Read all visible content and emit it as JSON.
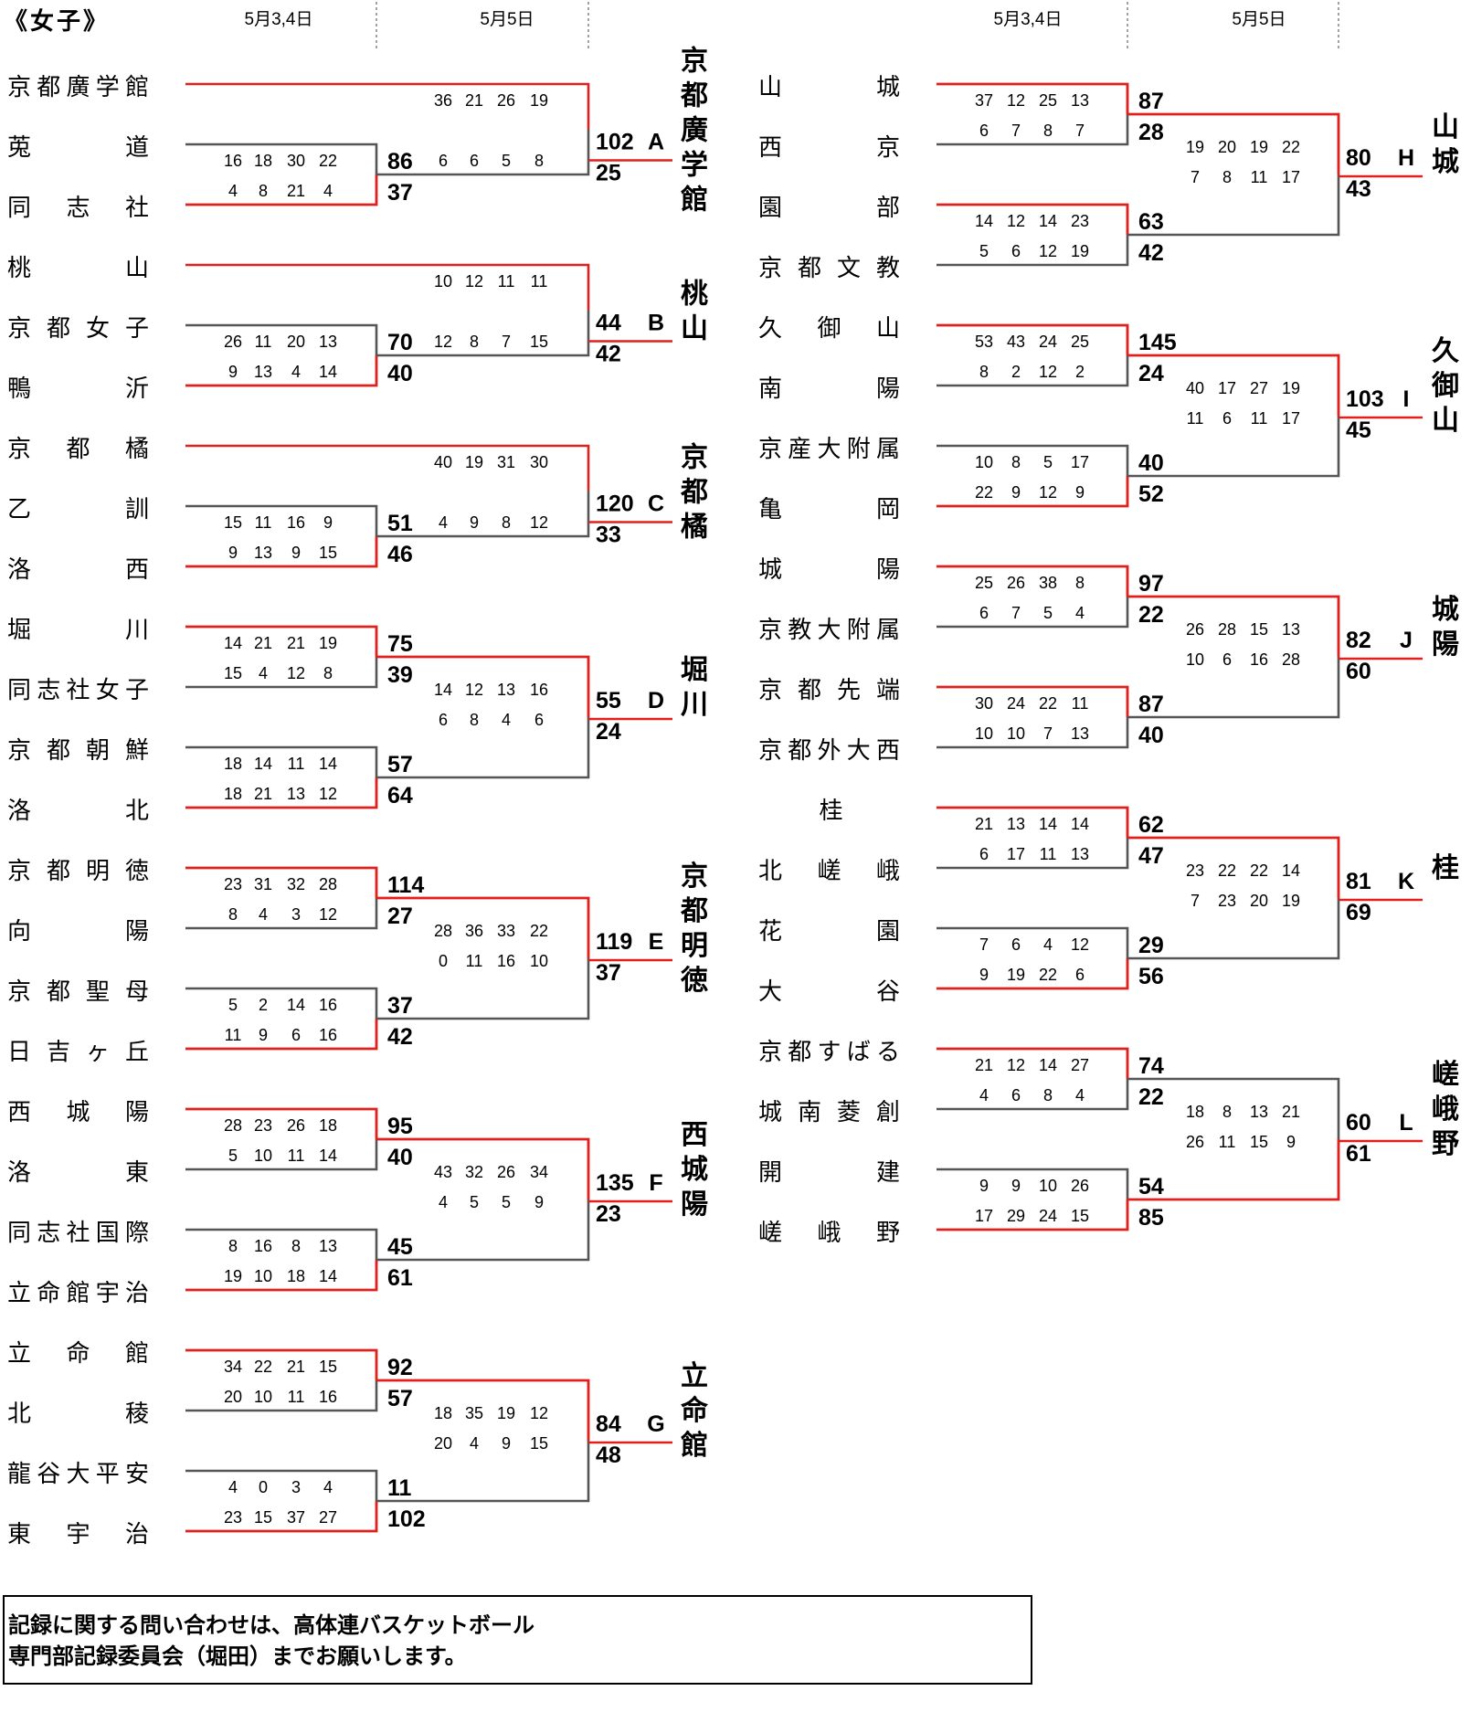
{
  "title": "《女子》",
  "col_headers": [
    "5月3,4日",
    "5月5日"
  ],
  "colors": {
    "winner_line": "#e0201d",
    "loser_line": "#555555",
    "divider": "#666666"
  },
  "note_lines": [
    "記録に関する問い合わせは、高体連バスケットボール",
    "専門部記録委員会（堀田）までお願いします。"
  ],
  "blocks": [
    {
      "letter": "A",
      "champion": "京都廣学館",
      "teams": [
        "京都廣学館",
        "莵　道",
        "同志社"
      ],
      "r1": [
        {
          "winner": 1,
          "q_top": [
            "16",
            "18",
            "30",
            "22"
          ],
          "q_bot": [
            "4",
            "8",
            "21",
            "4"
          ],
          "scores": [
            "86",
            "37"
          ]
        }
      ],
      "final": {
        "winner": 0,
        "q_top": [
          "36",
          "21",
          "26",
          "19"
        ],
        "q_bot": [
          "6",
          "6",
          "5",
          "8"
        ],
        "scores": [
          "102",
          "25"
        ]
      }
    },
    {
      "letter": "B",
      "champion": "桃山",
      "teams": [
        "桃　山",
        "京都女子",
        "鴨　沂"
      ],
      "r1": [
        {
          "winner": 1,
          "q_top": [
            "26",
            "11",
            "20",
            "13"
          ],
          "q_bot": [
            "9",
            "13",
            "4",
            "14"
          ],
          "scores": [
            "70",
            "40"
          ]
        }
      ],
      "final": {
        "winner": 0,
        "q_top": [
          "10",
          "12",
          "11",
          "11"
        ],
        "q_bot": [
          "12",
          "8",
          "7",
          "15"
        ],
        "scores": [
          "44",
          "42"
        ]
      }
    },
    {
      "letter": "C",
      "champion": "京都橘",
      "teams": [
        "京都橘",
        "乙　訓",
        "洛　西"
      ],
      "r1": [
        {
          "winner": 1,
          "q_top": [
            "15",
            "11",
            "16",
            "9"
          ],
          "q_bot": [
            "9",
            "13",
            "9",
            "15"
          ],
          "scores": [
            "51",
            "46"
          ]
        }
      ],
      "final": {
        "winner": 0,
        "q_top": [
          "40",
          "19",
          "31",
          "30"
        ],
        "q_bot": [
          "4",
          "9",
          "8",
          "12"
        ],
        "scores": [
          "120",
          "33"
        ]
      }
    },
    {
      "letter": "D",
      "champion": "堀川",
      "teams": [
        "堀　川",
        "同志社女子",
        "京都朝鮮",
        "洛　北"
      ],
      "r1": [
        {
          "winner": 0,
          "q_top": [
            "14",
            "21",
            "21",
            "19"
          ],
          "q_bot": [
            "15",
            "4",
            "12",
            "8"
          ],
          "scores": [
            "75",
            "39"
          ]
        },
        {
          "winner": 1,
          "q_top": [
            "18",
            "14",
            "11",
            "14"
          ],
          "q_bot": [
            "18",
            "21",
            "13",
            "12"
          ],
          "scores": [
            "57",
            "64"
          ]
        }
      ],
      "final": {
        "winner": 0,
        "q_top": [
          "14",
          "12",
          "13",
          "16"
        ],
        "q_bot": [
          "6",
          "8",
          "4",
          "6"
        ],
        "scores": [
          "55",
          "24"
        ]
      }
    },
    {
      "letter": "E",
      "champion": "京都明徳",
      "teams": [
        "京都明徳",
        "向　陽",
        "京都聖母",
        "日吉ヶ丘"
      ],
      "r1": [
        {
          "winner": 0,
          "q_top": [
            "23",
            "31",
            "32",
            "28"
          ],
          "q_bot": [
            "8",
            "4",
            "3",
            "12"
          ],
          "scores": [
            "114",
            "27"
          ]
        },
        {
          "winner": 1,
          "q_top": [
            "5",
            "2",
            "14",
            "16"
          ],
          "q_bot": [
            "11",
            "9",
            "6",
            "16"
          ],
          "scores": [
            "37",
            "42"
          ]
        }
      ],
      "final": {
        "winner": 0,
        "q_top": [
          "28",
          "36",
          "33",
          "22"
        ],
        "q_bot": [
          "0",
          "11",
          "16",
          "10"
        ],
        "scores": [
          "119",
          "37"
        ]
      }
    },
    {
      "letter": "F",
      "champion": "西城陽",
      "teams": [
        "西城陽",
        "洛　東",
        "同志社国際",
        "立命館宇治"
      ],
      "r1": [
        {
          "winner": 0,
          "q_top": [
            "28",
            "23",
            "26",
            "18"
          ],
          "q_bot": [
            "5",
            "10",
            "11",
            "14"
          ],
          "scores": [
            "95",
            "40"
          ]
        },
        {
          "winner": 1,
          "q_top": [
            "8",
            "16",
            "8",
            "13"
          ],
          "q_bot": [
            "19",
            "10",
            "18",
            "14"
          ],
          "scores": [
            "45",
            "61"
          ]
        }
      ],
      "final": {
        "winner": 0,
        "q_top": [
          "43",
          "32",
          "26",
          "34"
        ],
        "q_bot": [
          "4",
          "5",
          "5",
          "9"
        ],
        "scores": [
          "135",
          "23"
        ]
      }
    },
    {
      "letter": "G",
      "champion": "立命館",
      "teams": [
        "立命館",
        "北　稜",
        "龍谷大平安",
        "東宇治"
      ],
      "r1": [
        {
          "winner": 0,
          "q_top": [
            "34",
            "22",
            "21",
            "15"
          ],
          "q_bot": [
            "20",
            "10",
            "11",
            "16"
          ],
          "scores": [
            "92",
            "57"
          ]
        },
        {
          "winner": 1,
          "q_top": [
            "4",
            "0",
            "3",
            "4"
          ],
          "q_bot": [
            "23",
            "15",
            "37",
            "27"
          ],
          "scores": [
            "11",
            "102"
          ]
        }
      ],
      "final": {
        "winner": 0,
        "q_top": [
          "18",
          "35",
          "19",
          "12"
        ],
        "q_bot": [
          "20",
          "4",
          "9",
          "15"
        ],
        "scores": [
          "84",
          "48"
        ]
      }
    },
    {
      "letter": "H",
      "champion": "山城",
      "teams": [
        "山　城",
        "西　京",
        "園　部",
        "京都文教"
      ],
      "r1": [
        {
          "winner": 0,
          "q_top": [
            "37",
            "12",
            "25",
            "13"
          ],
          "q_bot": [
            "6",
            "7",
            "8",
            "7"
          ],
          "scores": [
            "87",
            "28"
          ]
        },
        {
          "winner": 0,
          "q_top": [
            "14",
            "12",
            "14",
            "23"
          ],
          "q_bot": [
            "5",
            "6",
            "12",
            "19"
          ],
          "scores": [
            "63",
            "42"
          ]
        }
      ],
      "final": {
        "winner": 0,
        "q_top": [
          "19",
          "20",
          "19",
          "22"
        ],
        "q_bot": [
          "7",
          "8",
          "11",
          "17"
        ],
        "scores": [
          "80",
          "43"
        ]
      }
    },
    {
      "letter": "I",
      "champion": "久御山",
      "teams": [
        "久御山",
        "南　陽",
        "京産大附属",
        "亀　岡"
      ],
      "r1": [
        {
          "winner": 0,
          "q_top": [
            "53",
            "43",
            "24",
            "25"
          ],
          "q_bot": [
            "8",
            "2",
            "12",
            "2"
          ],
          "scores": [
            "145",
            "24"
          ]
        },
        {
          "winner": 1,
          "q_top": [
            "10",
            "8",
            "5",
            "17"
          ],
          "q_bot": [
            "22",
            "9",
            "12",
            "9"
          ],
          "scores": [
            "40",
            "52"
          ]
        }
      ],
      "final": {
        "winner": 0,
        "q_top": [
          "40",
          "17",
          "27",
          "19"
        ],
        "q_bot": [
          "11",
          "6",
          "11",
          "17"
        ],
        "scores": [
          "103",
          "45"
        ]
      }
    },
    {
      "letter": "J",
      "champion": "城陽",
      "teams": [
        "城　陽",
        "京教大附属",
        "京都先端",
        "京都外大西"
      ],
      "r1": [
        {
          "winner": 0,
          "q_top": [
            "25",
            "26",
            "38",
            "8"
          ],
          "q_bot": [
            "6",
            "7",
            "5",
            "4"
          ],
          "scores": [
            "97",
            "22"
          ]
        },
        {
          "winner": 0,
          "q_top": [
            "30",
            "24",
            "22",
            "11"
          ],
          "q_bot": [
            "10",
            "10",
            "7",
            "13"
          ],
          "scores": [
            "87",
            "40"
          ]
        }
      ],
      "final": {
        "winner": 0,
        "q_top": [
          "26",
          "28",
          "15",
          "13"
        ],
        "q_bot": [
          "10",
          "6",
          "16",
          "28"
        ],
        "scores": [
          "82",
          "60"
        ]
      }
    },
    {
      "letter": "K",
      "champion": "桂",
      "teams": [
        "桂",
        "北嵯峨",
        "花　園",
        "大　谷"
      ],
      "r1": [
        {
          "winner": 0,
          "q_top": [
            "21",
            "13",
            "14",
            "14"
          ],
          "q_bot": [
            "6",
            "17",
            "11",
            "13"
          ],
          "scores": [
            "62",
            "47"
          ]
        },
        {
          "winner": 1,
          "q_top": [
            "7",
            "6",
            "4",
            "12"
          ],
          "q_bot": [
            "9",
            "19",
            "22",
            "6"
          ],
          "scores": [
            "29",
            "56"
          ]
        }
      ],
      "final": {
        "winner": 0,
        "q_top": [
          "23",
          "22",
          "22",
          "14"
        ],
        "q_bot": [
          "7",
          "23",
          "20",
          "19"
        ],
        "scores": [
          "81",
          "69"
        ]
      }
    },
    {
      "letter": "L",
      "champion": "嵯峨野",
      "teams": [
        "京都すばる",
        "城南菱創",
        "開　建",
        "嵯峨野"
      ],
      "r1": [
        {
          "winner": 0,
          "q_top": [
            "21",
            "12",
            "14",
            "27"
          ],
          "q_bot": [
            "4",
            "6",
            "8",
            "4"
          ],
          "scores": [
            "74",
            "22"
          ]
        },
        {
          "winner": 1,
          "q_top": [
            "9",
            "9",
            "10",
            "26"
          ],
          "q_bot": [
            "17",
            "29",
            "24",
            "15"
          ],
          "scores": [
            "54",
            "85"
          ]
        }
      ],
      "final": {
        "winner": 1,
        "q_top": [
          "18",
          "8",
          "13",
          "21"
        ],
        "q_bot": [
          "26",
          "11",
          "15",
          "9"
        ],
        "scores": [
          "60",
          "61"
        ]
      }
    }
  ]
}
